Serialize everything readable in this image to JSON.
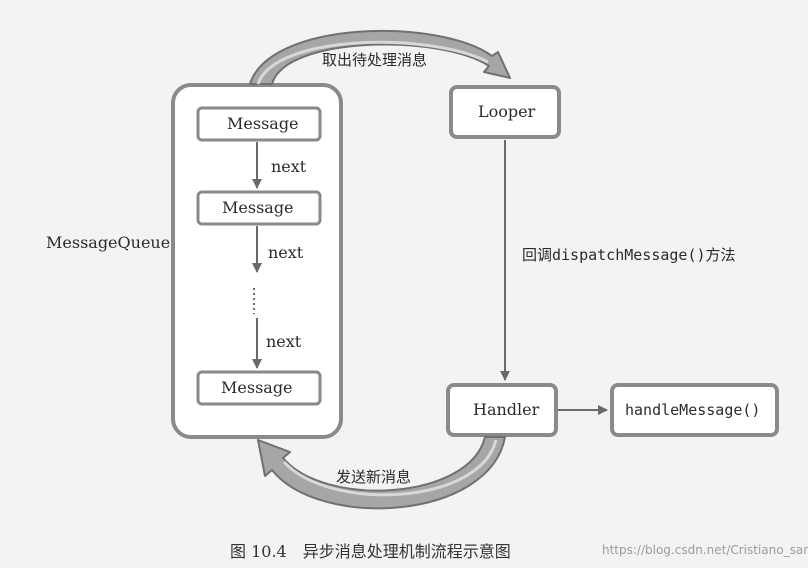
{
  "nodes": {
    "message_1": "Message",
    "message_2": "Message",
    "message_3": "Message",
    "message_queue": "MessageQueue",
    "looper": "Looper",
    "handler": "Handler",
    "handle_message": "handleMessage()"
  },
  "edges": {
    "next_1": "next",
    "next_2": "next",
    "next_3": "next",
    "take_pending": "取出待处理消息",
    "dispatch": "回调dispatchMessage()方法",
    "send_new": "发送新消息"
  },
  "caption": "图 10.4　异步消息处理机制流程示意图",
  "watermark": "https://blog.csdn.net/Cristiano_san",
  "colors": {
    "box_stroke": "#8a8a8a",
    "box_fill": "#ffffff",
    "arrow": "#6a6a6a",
    "curve_fill": "#a0a0a0"
  }
}
